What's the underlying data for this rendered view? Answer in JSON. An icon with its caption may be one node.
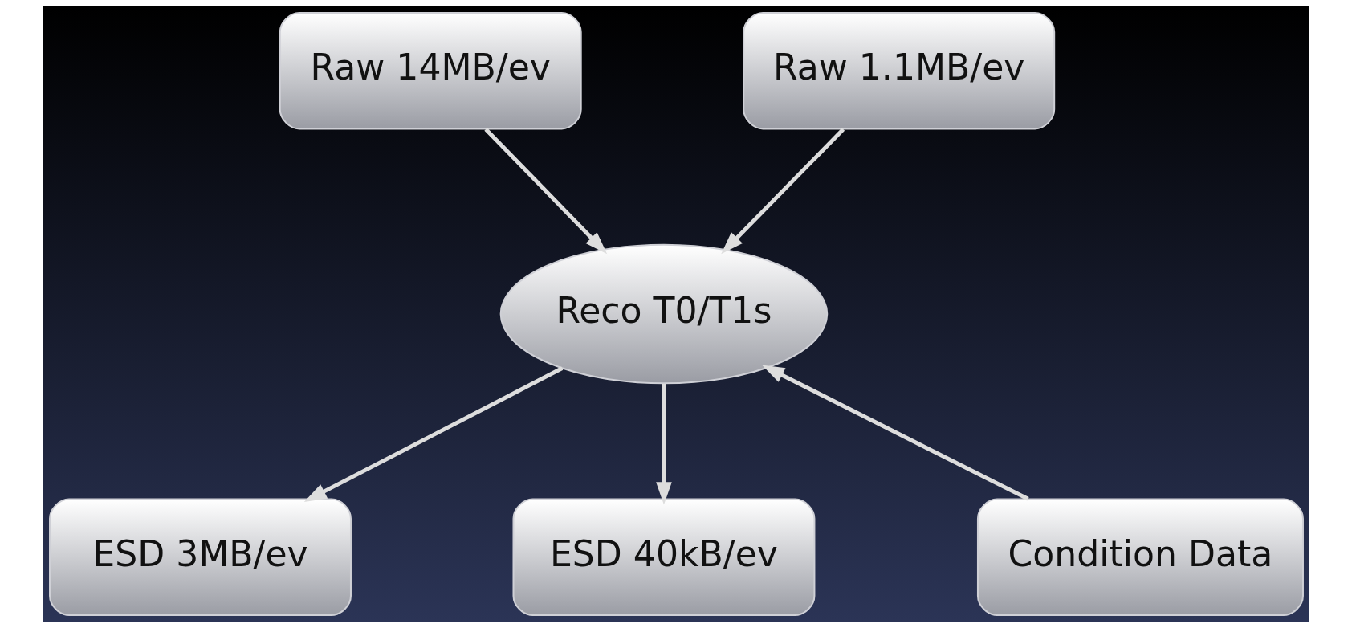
{
  "diagram": {
    "nodes": [
      {
        "text": [
          "Raw 14MB/ev"
        ]
      },
      {
        "text": [
          "Raw 1.1MB/ev"
        ]
      },
      {
        "text": [
          "Reco T0/T1s"
        ]
      },
      {
        "text": [
          "ESD 3MB/ev"
        ]
      },
      {
        "text": [
          "Condition Data"
        ]
      },
      {
        "text": [
          "ESD 40kB/ev"
        ]
      }
    ],
    "edges": [
      {
        "from": 0,
        "to": 2,
        "arrow": "to"
      },
      {
        "from": 1,
        "to": 2,
        "arrow": "to"
      },
      {
        "from": 2,
        "to": 3,
        "arrow": "to"
      },
      {
        "from": 2,
        "to": 5,
        "arrow": "to"
      },
      {
        "from": 4,
        "to": 2,
        "arrow": "to"
      }
    ]
  }
}
